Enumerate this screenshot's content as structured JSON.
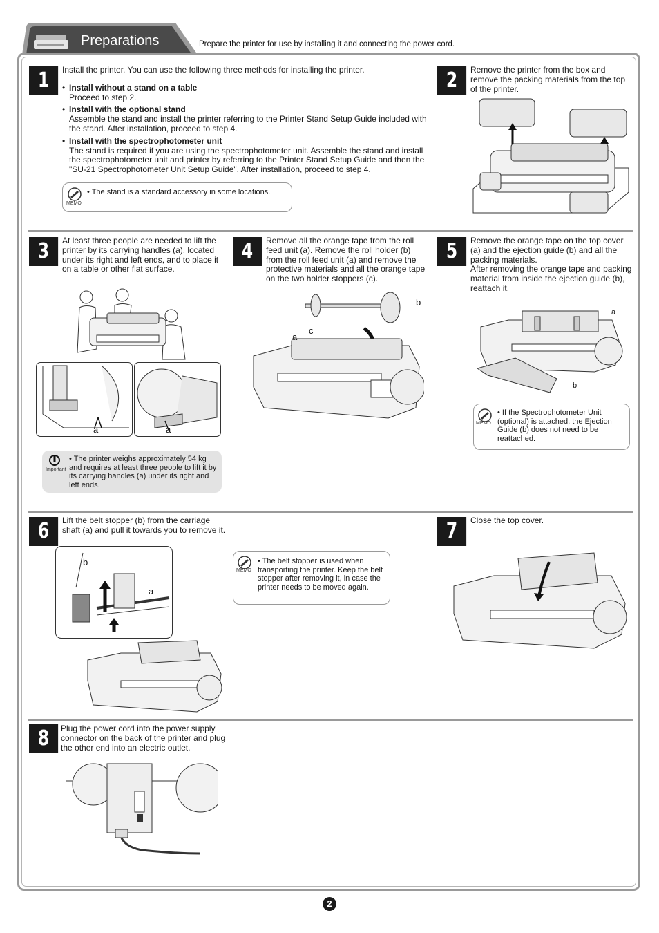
{
  "header": {
    "title": "Preparations",
    "description": "Prepare the printer for use by installing it and connecting the power cord."
  },
  "steps": {
    "s1": {
      "number": "1",
      "intro": "Install the printer. You can use the following three methods for installing the printer.",
      "options": [
        {
          "title": "Install without a stand on a table",
          "body": "Proceed to step 2."
        },
        {
          "title": "Install with the optional stand",
          "body": "Assemble the stand and install the printer referring to the Printer Stand Setup Guide included with the stand. After installation, proceed to step 4."
        },
        {
          "title": "Install with the spectrophotometer unit",
          "body": "The stand is required if you are using the spectrophotometer unit. Assemble the stand and install the spectrophotometer unit and printer by referring to the Printer Stand Setup Guide and then the \"SU-21 Spectrophotometer Unit Setup Guide\". After installation, proceed to step 4."
        }
      ],
      "memo": "• The stand is a standard accessory in some locations."
    },
    "s2": {
      "number": "2",
      "text": "Remove the printer from the box and remove the packing materials from the top of the printer."
    },
    "s3": {
      "number": "3",
      "text": "At least three people are needed to lift the printer by its carrying handles (a), located under its right and left ends, and to place it on a table or other flat surface.",
      "label_a": "a",
      "important": "• The printer weighs approximately 54 kg and requires at least three people to lift it by its carrying handles (a) under its right and left ends."
    },
    "s4": {
      "number": "4",
      "text": "Remove all the orange tape from the roll feed unit (a). Remove the roll holder (b) from the roll feed unit (a) and remove the protective materials and all the orange tape on the two holder stoppers (c).",
      "label_a": "a",
      "label_b": "b",
      "label_c": "c"
    },
    "s5": {
      "number": "5",
      "text1": "Remove the orange tape on the top cover (a) and the ejection guide (b) and all the packing materials.",
      "text2": "After removing the orange tape and packing material from inside the ejection guide (b), reattach it.",
      "label_a": "a",
      "label_b": "b",
      "memo": "• If the Spectrophotometer Unit (optional) is attached, the Ejection Guide (b) does not need to be reattached."
    },
    "s6": {
      "number": "6",
      "text": "Lift the belt stopper (b) from the carriage shaft (a) and pull it towards you to remove it.",
      "label_a": "a",
      "label_b": "b",
      "memo": "• The belt stopper is used when transporting the printer. Keep the belt stopper after removing it, in case the printer needs to be moved again."
    },
    "s7": {
      "number": "7",
      "text": "Close the top cover."
    },
    "s8": {
      "number": "8",
      "text": "Plug the power cord into the power supply connector on the back of the printer and plug the other end into an electric outlet."
    }
  },
  "labels": {
    "memo": "MEMO",
    "important": "Important"
  },
  "footer": {
    "page_number": "2"
  }
}
